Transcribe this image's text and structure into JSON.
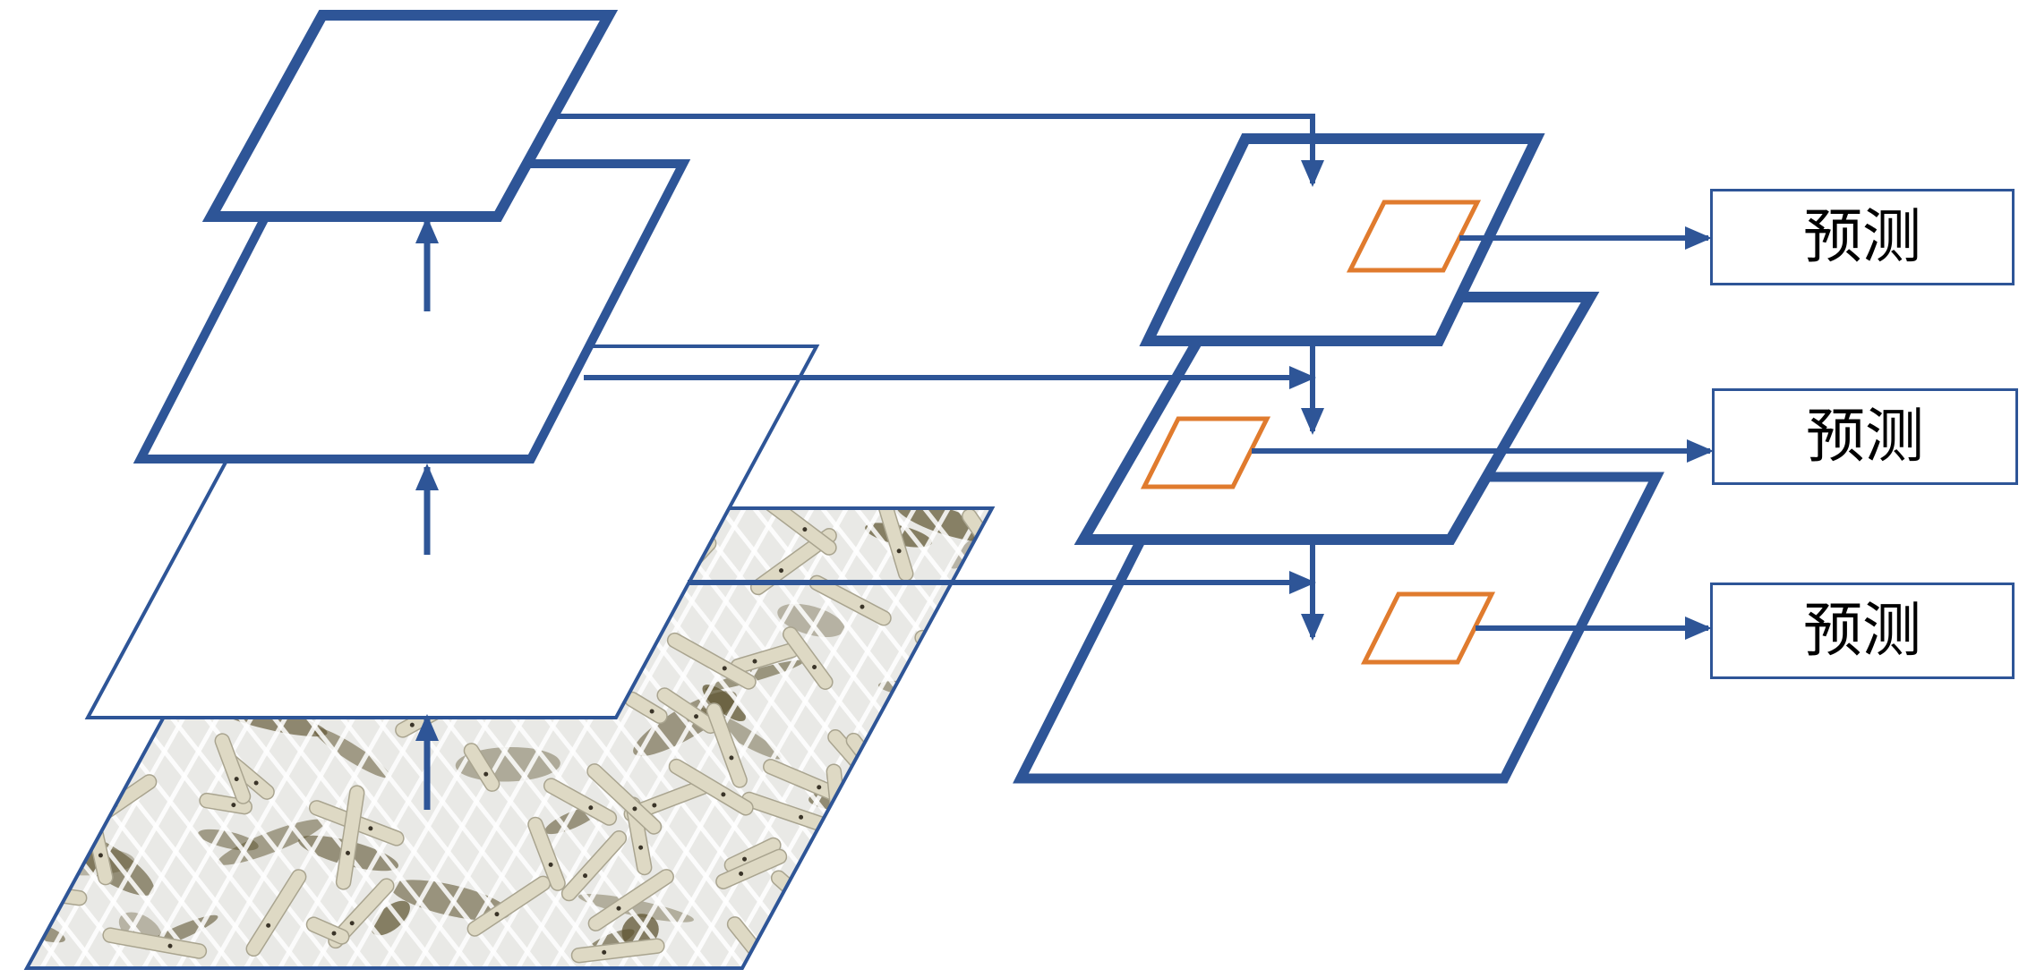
{
  "colors": {
    "layer_stroke": "#2e5597",
    "anchor_box_stroke": "#e07b2e",
    "grid": "#ffffff",
    "silkworm_body": "#ded9c4",
    "mulberry_leaf": "#5e5430"
  },
  "predictions": [
    {
      "label": "预测"
    },
    {
      "label": "预测"
    },
    {
      "label": "预测"
    }
  ]
}
